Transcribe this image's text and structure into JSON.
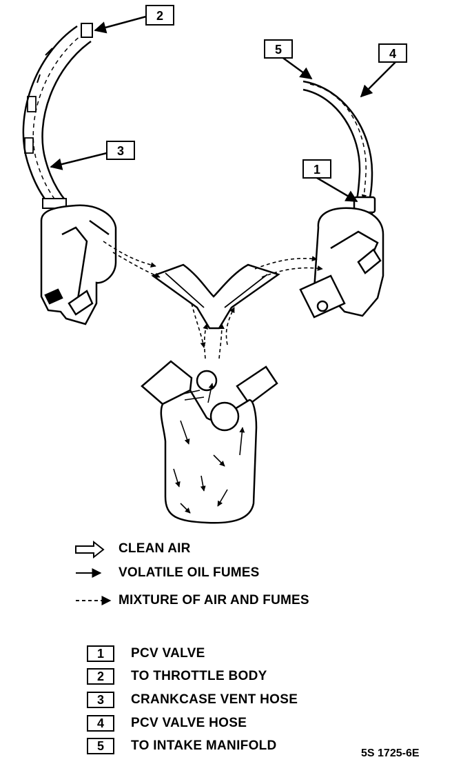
{
  "callouts": [
    {
      "num": "1"
    },
    {
      "num": "2"
    },
    {
      "num": "3"
    },
    {
      "num": "4"
    },
    {
      "num": "5"
    }
  ],
  "legend": {
    "clean_air": "CLEAN AIR",
    "volatile_oil_fumes": "VOLATILE OIL FUMES",
    "mixture": "MIXTURE OF AIR AND FUMES"
  },
  "key": [
    {
      "num": "1",
      "label": "PCV VALVE"
    },
    {
      "num": "2",
      "label": "TO THROTTLE BODY"
    },
    {
      "num": "3",
      "label": "CRANKCASE VENT HOSE"
    },
    {
      "num": "4",
      "label": "PCV VALVE HOSE"
    },
    {
      "num": "5",
      "label": "TO INTAKE MANIFOLD"
    }
  ],
  "figure_code": "5S 1725-6E"
}
